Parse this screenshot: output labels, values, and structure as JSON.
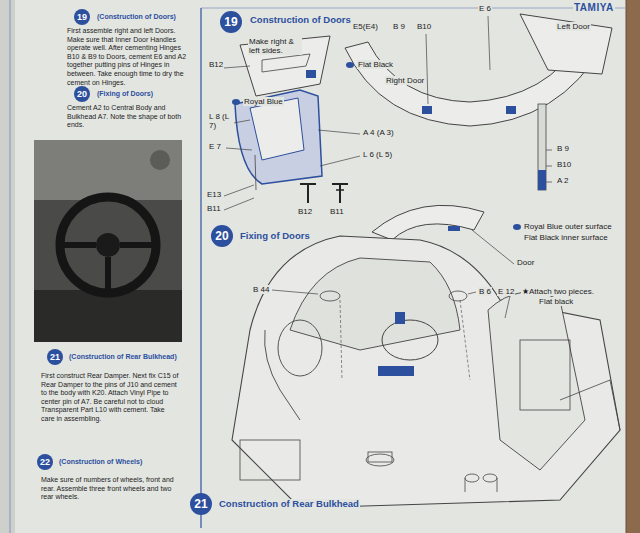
{
  "diagram": {
    "nodes": [
      {
        "text": [
          "19"
        ]
      },
      {
        "text": [
          "20"
        ]
      },
      {
        "text": [
          "21"
        ]
      },
      {
        "text": [
          "22"
        ]
      },
      {
        "text": [
          "19"
        ]
      },
      {
        "text": [
          "20"
        ]
      },
      {
        "text": [
          "21"
        ]
      }
    ],
    "labels": [
      "(Construction of Doors)",
      "First assemble right and left Doors. Make sure that Inner Door Handles operate well. After cementing Hinges B10 & B9 to Doors, cement E6 and A2 together putting pins of Hinges in between. Take enough time to dry the cement on Hinges.",
      "(Fixing of Doors)",
      "Cement A2 to Central Body and Bulkhead A7. Note the shape of both ends.",
      "(Construction of Rear Bulkhead)",
      "First construct Rear Damper. Next fix C15 of Rear Damper to the pins of J10 and cement to the body with K20. Attach Vinyl Pipe to center pin of A7. Be careful not to cloud Transparent Part L10 with cement. Take care in assembling.",
      "(Construction of Wheels)",
      "Make sure of numbers of wheels, front and rear. Assemble three front wheels and two rear wheels.",
      "TAMIYA",
      "Construction of Doors",
      "Make right & left sides.",
      "B12",
      "Flat Black",
      "E5(E4)",
      "B 9",
      "B10",
      "E 6",
      "Left Door",
      "Right Door",
      "Royal Blue",
      "L 8 (L 7)",
      "E 7",
      "A 4 (A 3)",
      "L 6 (L 5)",
      "B 9",
      "B10",
      "A 2",
      "E13",
      "B11",
      "B12",
      "B11",
      "Fixing of Doors",
      "Royal Blue outer surface",
      "Flat Black inner surface",
      "Door",
      "B 44",
      "B 6",
      "E 12",
      "★Attach two pieces.",
      "Flat black",
      "Construction of Rear Bulkhead"
    ]
  }
}
